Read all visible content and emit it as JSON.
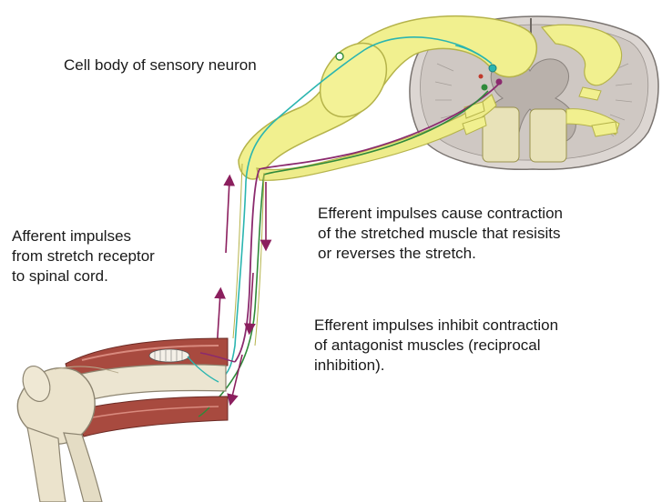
{
  "labels": {
    "cell_body": "Cell body of sensory neuron",
    "afferent": [
      "Afferent impulses",
      "from stretch receptor",
      "to spinal cord."
    ],
    "efferent_contraction": [
      "Efferent impulses cause contraction",
      "of the stretched muscle that resisits",
      "or reverses the stretch."
    ],
    "efferent_inhibition": [
      "Efferent impulses inhibit contraction",
      "of antagonist muscles (reciprocal",
      "inhibition)."
    ]
  },
  "colors": {
    "nerve_fill": "#f1f08f",
    "nerve_stroke": "#b5b34a",
    "spinal_gray": "#d9d3cf",
    "sensory_fiber": "#2bb5b0",
    "motor_fiber": "#8b2a6e",
    "inhibitory_fiber": "#2f8a3a",
    "arrow_color": "#8b1f5e",
    "muscle_red": "#a84a3f",
    "bone": "#e9e1cd"
  }
}
